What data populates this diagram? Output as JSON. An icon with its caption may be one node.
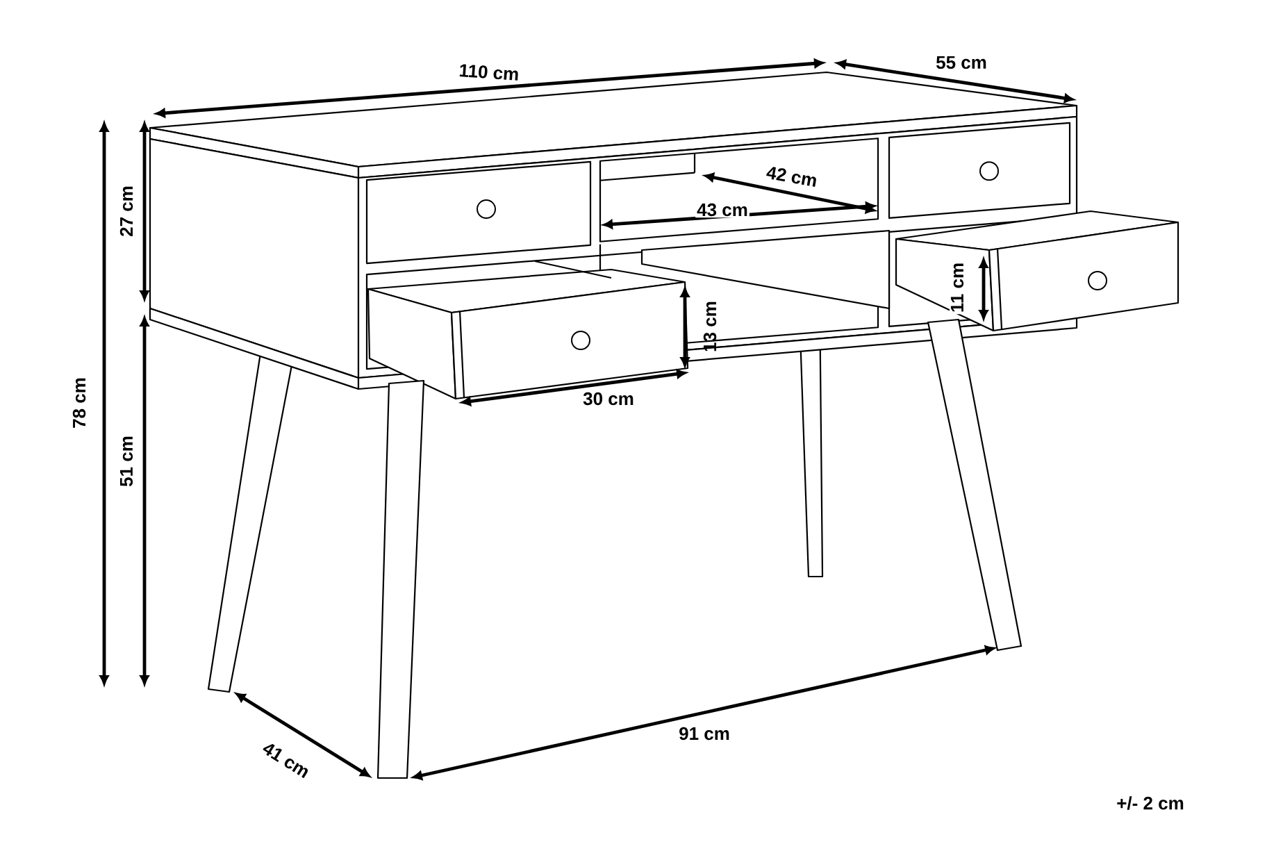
{
  "diagram": {
    "labels": [
      "110 cm",
      "55 cm",
      "42 cm",
      "43 cm",
      "27 cm",
      "13 cm",
      "11 cm",
      "78 cm",
      "51 cm",
      "30 cm",
      "41 cm",
      "91 cm",
      "+/- 2 cm"
    ]
  }
}
